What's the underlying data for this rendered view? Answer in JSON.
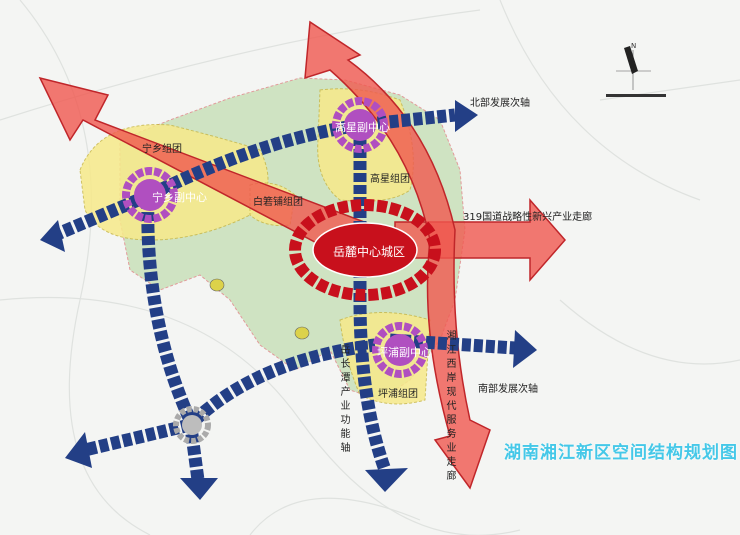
{
  "title": "湖南湘江新区空间结构规划图",
  "centers": {
    "main": "岳麓中心城区",
    "gaoxing": "高星副中心",
    "ningxiang": "宁乡副中心",
    "pingpu": "坪浦副中心"
  },
  "groups": {
    "ningxiang": "宁乡组团",
    "gaoxing": "高星组团",
    "baiyiwu": "白箬铺组团",
    "pingpu": "坪浦组团"
  },
  "axes": {
    "north": "北部发展次轴",
    "corridor319": "319国道战略性新兴产业走廊",
    "south": "南部发展次轴",
    "changtan": "岳长潭产业功能轴",
    "xiangjiang": "湘江西岸现代服务业走廊"
  },
  "compass": {
    "north_label": "N"
  },
  "colors": {
    "corridor": "#f0584f",
    "main_center": "#c8101c",
    "sub_center": "#b04fc0",
    "axis": "#233f86",
    "land": "#cfe3c2",
    "group": "#f7ea8a",
    "title": "#45c8e8"
  }
}
